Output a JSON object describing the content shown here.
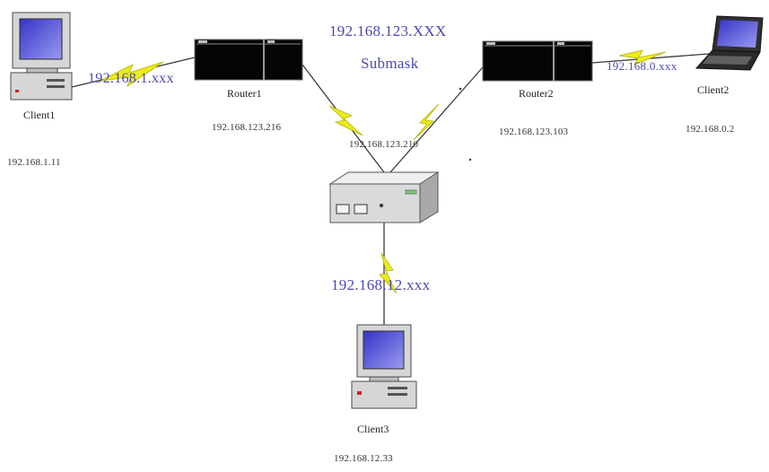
{
  "network": {
    "segment_main": "192.168.123.XXX",
    "submask_label": "Submask",
    "segment_client1": "192.168.1.xxx",
    "segment_client2": "192.168.0.xxx",
    "segment_client3": "192.168.12.xxx"
  },
  "devices": {
    "client1": {
      "name": "Client1",
      "ip": "192.168.1.11"
    },
    "router1": {
      "name": "Router1",
      "ip": "192.168.123.216"
    },
    "router2": {
      "name": "Router2",
      "ip": "192.168.123.103"
    },
    "client2": {
      "name": "Client2",
      "ip": "192.168.0.2"
    },
    "router3": {
      "ip": "192.168.123.210"
    },
    "client3": {
      "name": "Client3",
      "ip": "192.168.12.33"
    }
  },
  "colors": {
    "link": "#3a3a3a",
    "wireless": "#ecec1c",
    "label_blue": "#4a4ab0",
    "router_body": "#050505",
    "device_gray": "#d6d6d6",
    "screen_blue": "#5f5fe8"
  }
}
